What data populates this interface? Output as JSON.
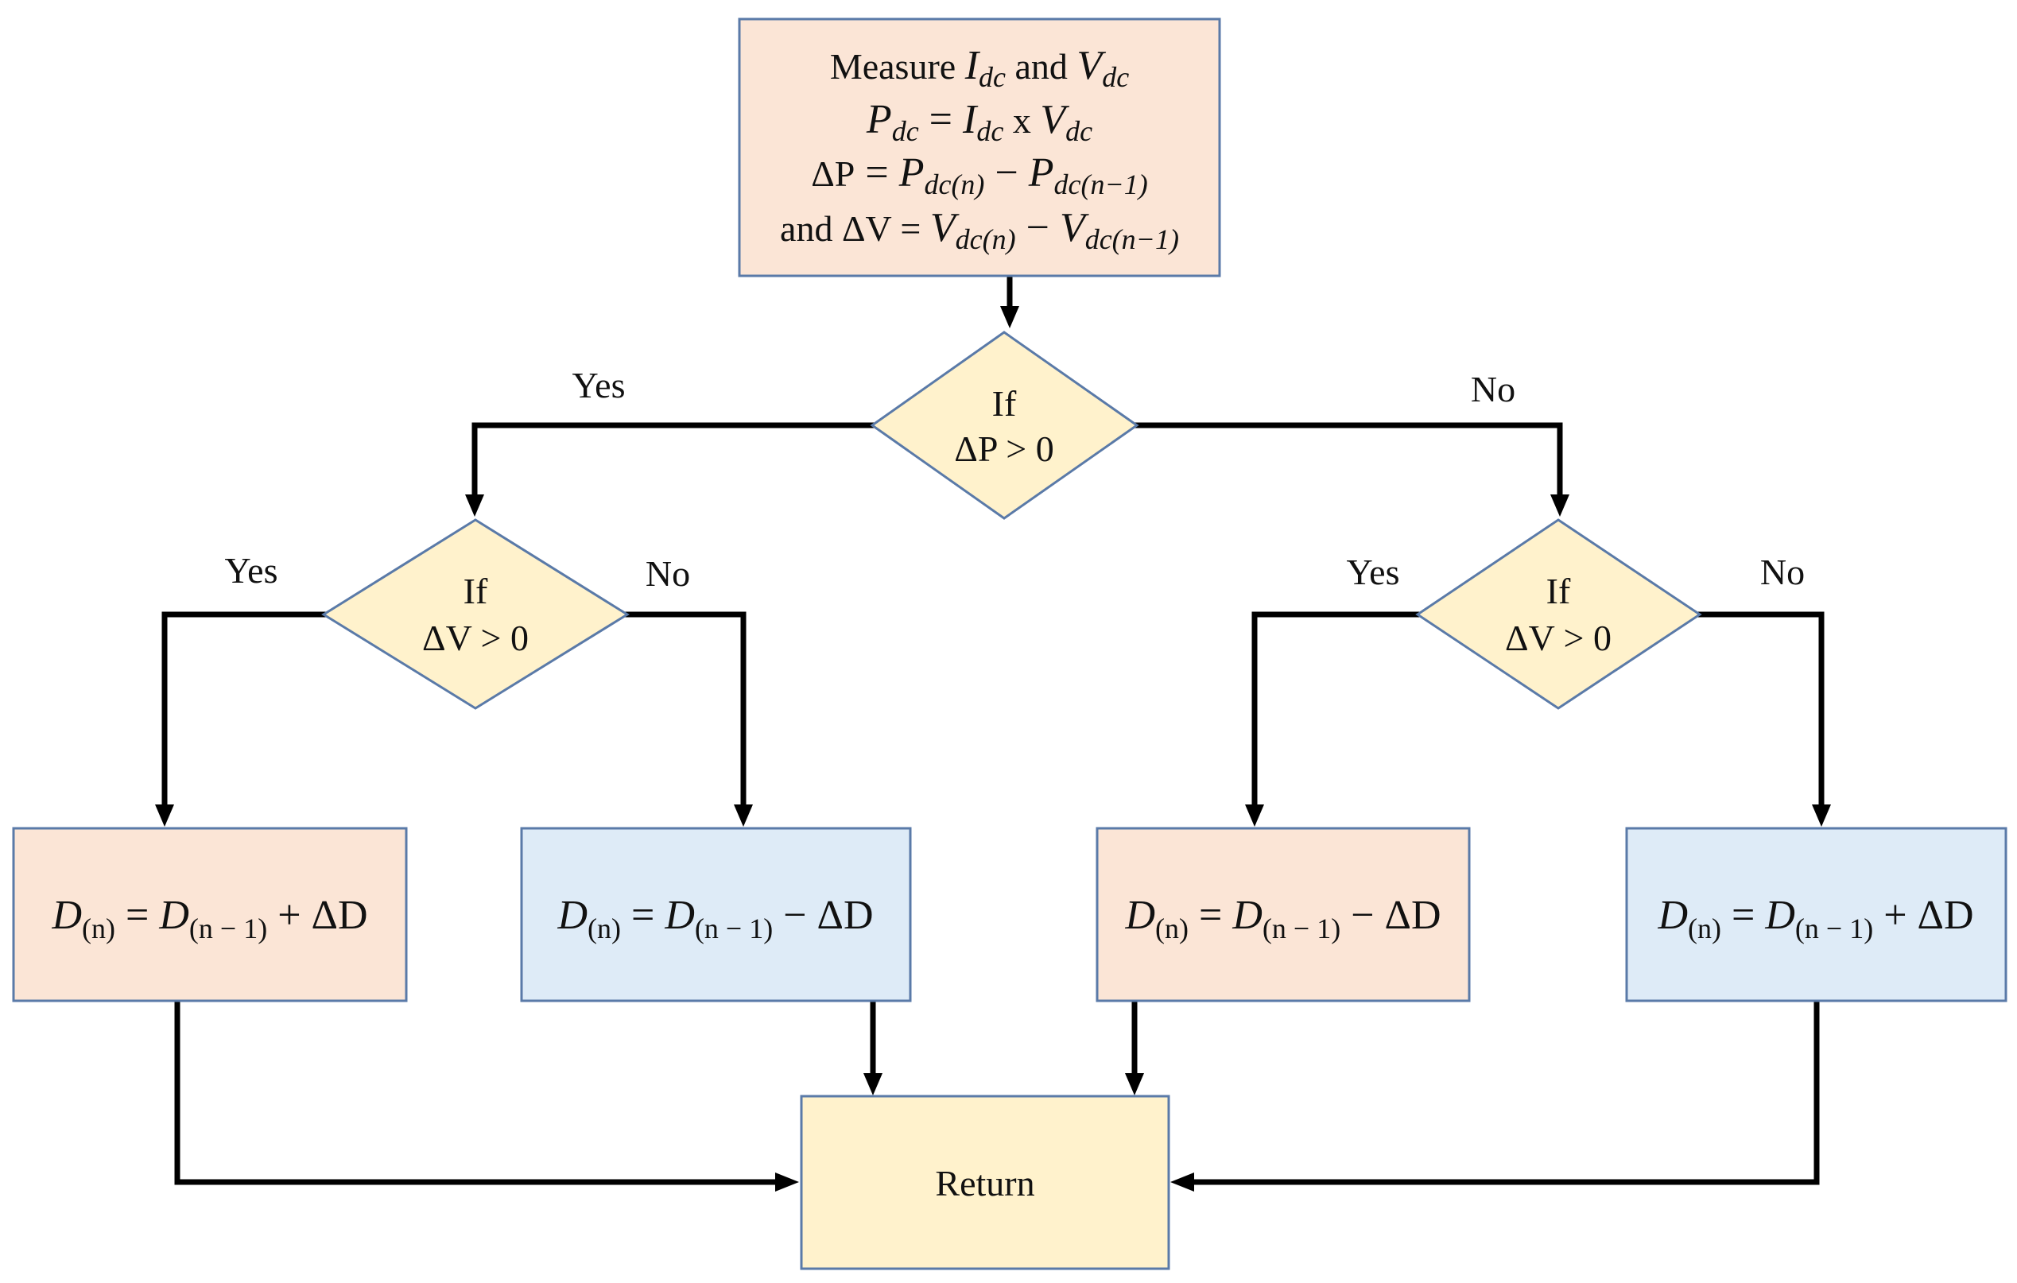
{
  "colors": {
    "peach": "#fbe5d6",
    "blue": "#deebf7",
    "yellow": "#fff2cc",
    "outline": "#5a7aa8",
    "line": "#000000"
  },
  "start_box": {
    "line1": {
      "prefix": "Measure ",
      "i": "I",
      "i_sub": "dc",
      "mid": " and ",
      "v": "V",
      "v_sub": "dc"
    },
    "line2": {
      "p": "P",
      "p_sub": "dc",
      "eq": " = ",
      "i": "I",
      "i_sub": "dc",
      "x": " x ",
      "v": "V",
      "v_sub": "dc"
    },
    "line3": {
      "delta": "ΔP",
      "eq": " = ",
      "p1": "P",
      "p1_sub": "dc(n)",
      "minus": " −  ",
      "p2": "P",
      "p2_sub": "dc(n−1)"
    },
    "line4": {
      "prefix": "and ΔV = ",
      "v1": "V",
      "v1_sub": "dc(n)",
      "minus": " −  ",
      "v2": "V",
      "v2_sub": "dc(n−1)"
    }
  },
  "decision_top": {
    "line1": "If",
    "line2": "ΔP > 0"
  },
  "decision_left": {
    "line1": "If",
    "line2": "ΔV > 0"
  },
  "decision_right": {
    "line1": "If",
    "line2": "ΔV > 0"
  },
  "labels": {
    "top_yes": "Yes",
    "top_no": "No",
    "left_yes": "Yes",
    "left_no": "No",
    "right_yes": "Yes",
    "right_no": "No"
  },
  "action_boxes": [
    {
      "d": "D",
      "d_sub": "(n)",
      "eq": " = ",
      "d2": "D",
      "d2_sub": "(n − 1)",
      "op": " + ΔD"
    },
    {
      "d": "D",
      "d_sub": "(n)",
      "eq": " = ",
      "d2": "D",
      "d2_sub": "(n − 1)",
      "op": " − ΔD"
    },
    {
      "d": "D",
      "d_sub": "(n)",
      "eq": " = ",
      "d2": "D",
      "d2_sub": "(n − 1)",
      "op": " − ΔD"
    },
    {
      "d": "D",
      "d_sub": "(n)",
      "eq": " = ",
      "d2": "D",
      "d2_sub": "(n − 1)",
      "op": " + ΔD"
    }
  ],
  "return_box": {
    "label": "Return"
  }
}
